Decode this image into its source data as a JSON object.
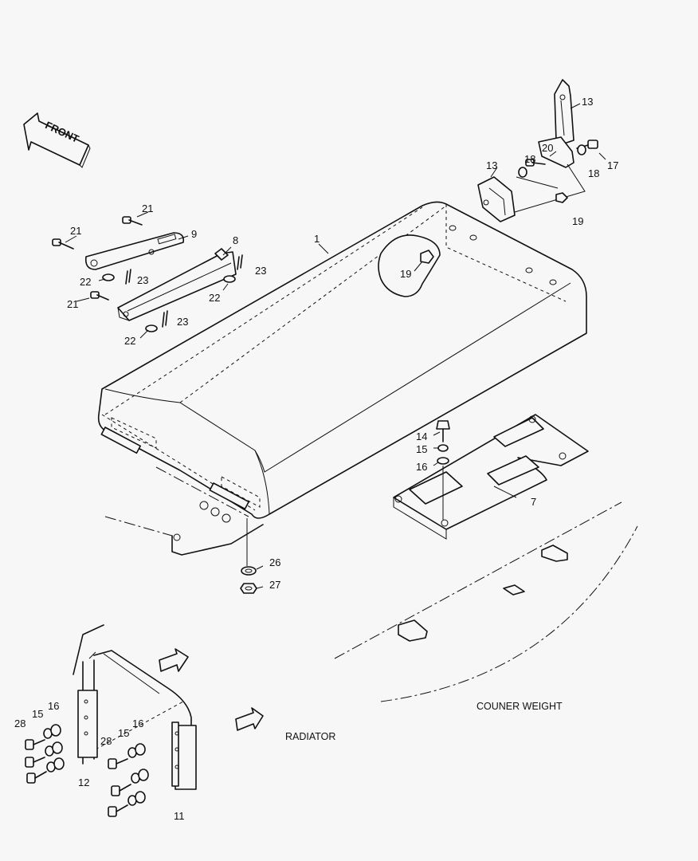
{
  "direction_arrow": {
    "label": "FRONT"
  },
  "labels": {
    "counterweight": "COUNER WEIGHT",
    "radiator": "RADIATOR"
  },
  "callouts": {
    "p1": "1",
    "p7": "7",
    "p8": "8",
    "p9": "9",
    "p11": "11",
    "p12": "12",
    "p13a": "13",
    "p13b": "13",
    "p14": "14",
    "p15a": "15",
    "p15b": "15",
    "p15c": "15",
    "p16a": "16",
    "p16b": "16",
    "p16c": "16",
    "p17": "17",
    "p18a": "18",
    "p18b": "18",
    "p19a": "19",
    "p19b": "19",
    "p20": "20",
    "p21a": "21",
    "p21b": "21",
    "p21c": "21",
    "p22a": "22",
    "p22b": "22",
    "p22c": "22",
    "p23a": "23",
    "p23b": "23",
    "p23c": "23",
    "p26": "26",
    "p27": "27",
    "p28a": "28",
    "p28b": "28"
  }
}
